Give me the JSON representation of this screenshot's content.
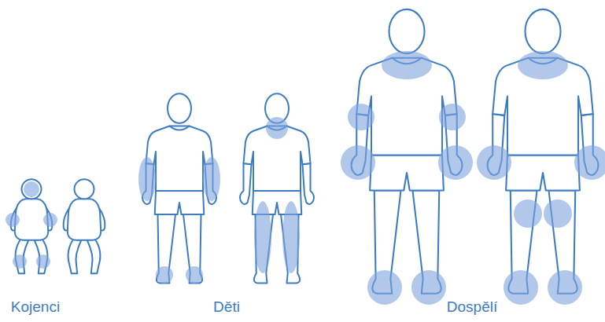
{
  "diagram": {
    "labels": [
      "Kojenci",
      "Děti",
      "Dospělí"
    ]
  }
}
